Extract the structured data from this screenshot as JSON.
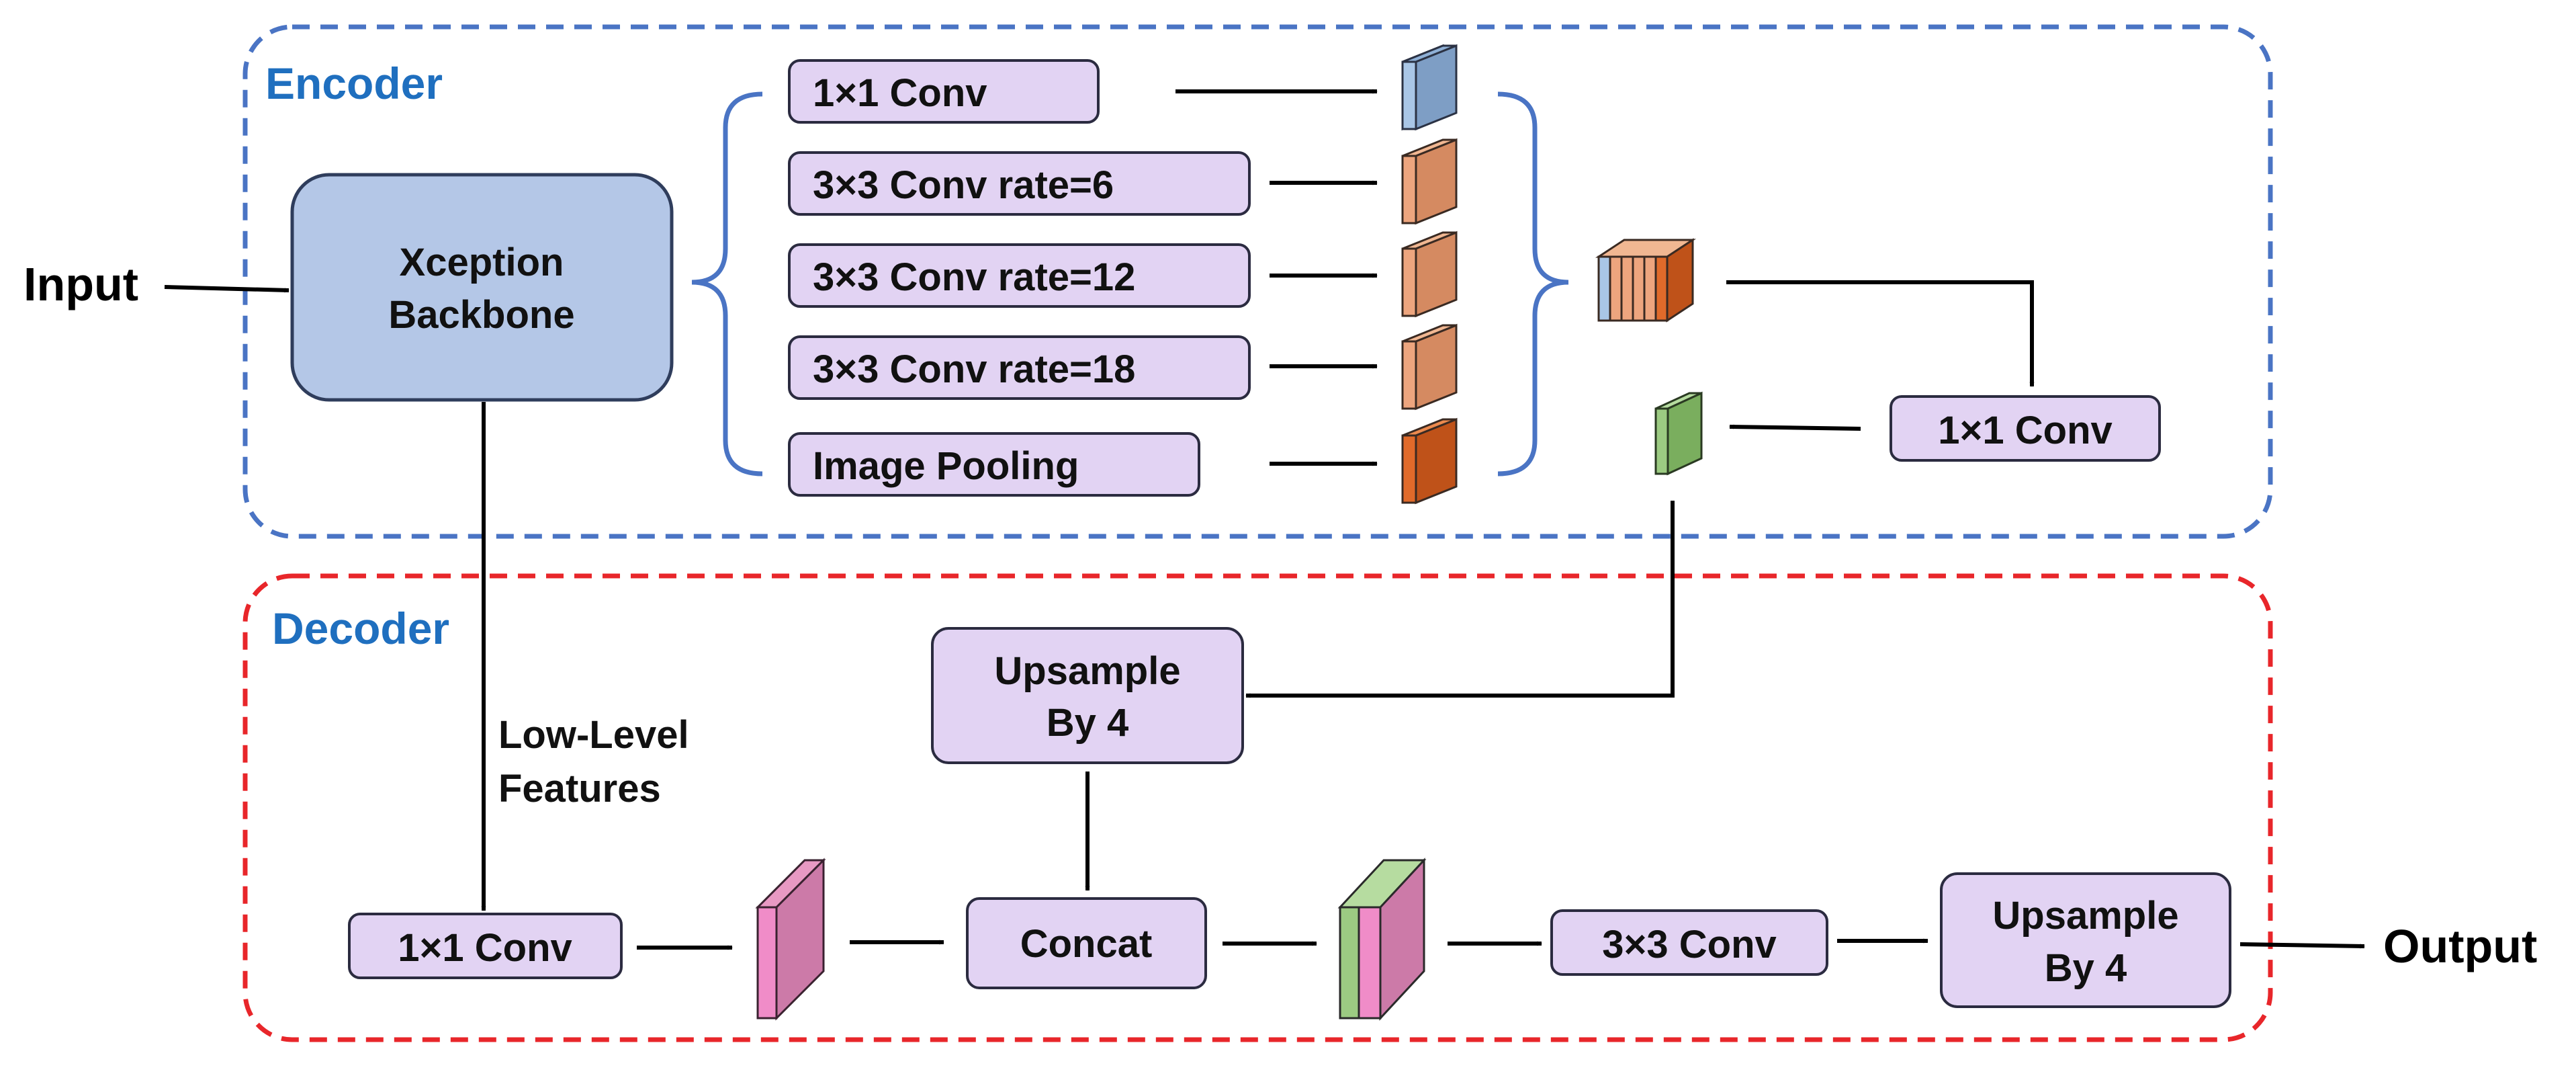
{
  "sections": {
    "encoder": "Encoder",
    "decoder": "Decoder"
  },
  "io": {
    "input": "Input",
    "output": "Output"
  },
  "encoder": {
    "backbone_line1": "Xception",
    "backbone_line2": "Backbone",
    "branches": [
      "1×1 Conv",
      "3×3 Conv rate=6",
      "3×3 Conv rate=12",
      "3×3 Conv rate=18",
      "Image Pooling"
    ],
    "fuse_conv": "1×1 Conv"
  },
  "decoder": {
    "low_level_line1": "Low-Level",
    "low_level_line2": "Features",
    "low_conv": "1×1 Conv",
    "upsample_top_line1": "Upsample",
    "upsample_top_line2": "By 4",
    "concat": "Concat",
    "conv3": "3×3 Conv",
    "upsample_out_line1": "Upsample",
    "upsample_out_line2": "By 4"
  },
  "colors": {
    "encoder_border": "#4a74c4",
    "decoder_border": "#e8262a",
    "backbone_fill": "#b4c7e7",
    "backbone_stroke": "#2f3d5c",
    "box_fill": "#e2d3f3",
    "box_stroke": "#2b2b40",
    "title": "#1f6fbf",
    "feat_blue": "#a9c6e6",
    "feat_peach": "#eda57e",
    "feat_orange": "#e06a2a",
    "feat_green": "#9ccb82",
    "feat_pink": "#f08cc8",
    "feat_rose": "#cc7aa8"
  }
}
